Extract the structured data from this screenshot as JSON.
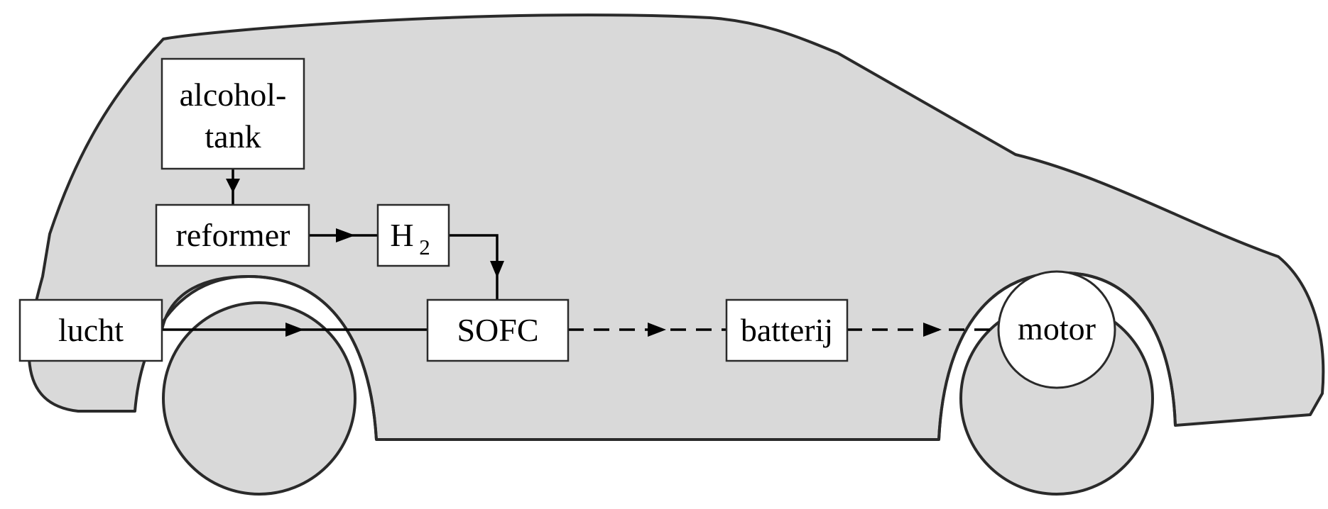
{
  "colors": {
    "car_fill": "#d9d9d9",
    "stroke": "#2a2a2a",
    "box_fill": "#ffffff"
  },
  "nodes": {
    "alcohol_tank": {
      "line1": "alcohol-",
      "line2": "tank"
    },
    "reformer": {
      "label": "reformer"
    },
    "h2": {
      "label": "H",
      "subscript": "2"
    },
    "lucht": {
      "label": "lucht"
    },
    "sofc": {
      "label": "SOFC"
    },
    "batterij": {
      "label": "batterij"
    },
    "motor": {
      "label": "motor"
    }
  },
  "connections": [
    {
      "from": "alcohol_tank",
      "to": "reformer",
      "style": "solid"
    },
    {
      "from": "reformer",
      "to": "h2",
      "style": "solid"
    },
    {
      "from": "h2",
      "to": "sofc",
      "style": "solid"
    },
    {
      "from": "lucht",
      "to": "sofc",
      "style": "solid"
    },
    {
      "from": "sofc",
      "to": "batterij",
      "style": "dashed"
    },
    {
      "from": "batterij",
      "to": "motor",
      "style": "dashed"
    }
  ]
}
